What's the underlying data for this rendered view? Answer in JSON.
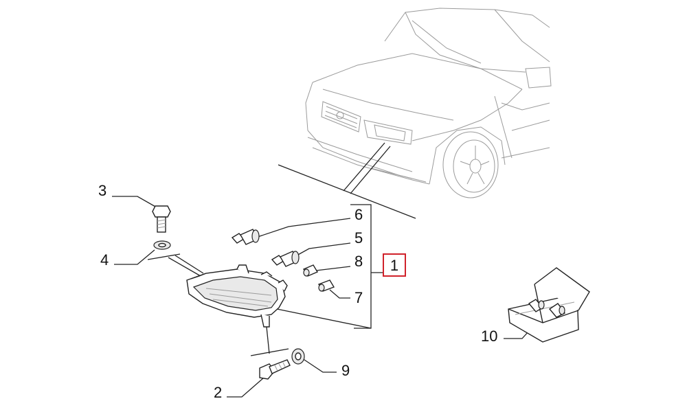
{
  "diagram": {
    "callouts": {
      "c1": "1",
      "c2": "2",
      "c3": "3",
      "c4": "4",
      "c5": "5",
      "c6": "6",
      "c7": "7",
      "c8": "8",
      "c9": "9",
      "c10": "10"
    },
    "highlight_color": "#d0212a"
  }
}
